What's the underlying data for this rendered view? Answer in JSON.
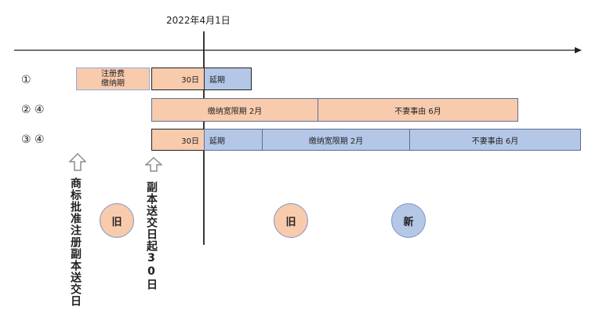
{
  "date_label": "2022年4月1日",
  "rows": [
    {
      "label": "①"
    },
    {
      "label": "② ④"
    },
    {
      "label": "③ ④"
    }
  ],
  "row1": {
    "fee_box_line1": "注册费",
    "fee_box_line2": "缴纳期",
    "days": "30日",
    "extension": "延期"
  },
  "row2": {
    "grace": "缴纳宽限期  2月",
    "unforeseen": "不妻事由  6月"
  },
  "row3": {
    "days": "30日",
    "extension": "延期",
    "grace": "缴纳宽限期  2月",
    "unforeseen": "不妻事由  6月"
  },
  "arrow_labels": {
    "left": "商标批准注册副本送交日",
    "right": "副本送交日起30日"
  },
  "circles": {
    "old_left": "旧",
    "old_right": "旧",
    "new": "新"
  },
  "colors": {
    "orange": "#f8cbad",
    "blue": "#b4c7e7",
    "border": "#5b6f95"
  }
}
